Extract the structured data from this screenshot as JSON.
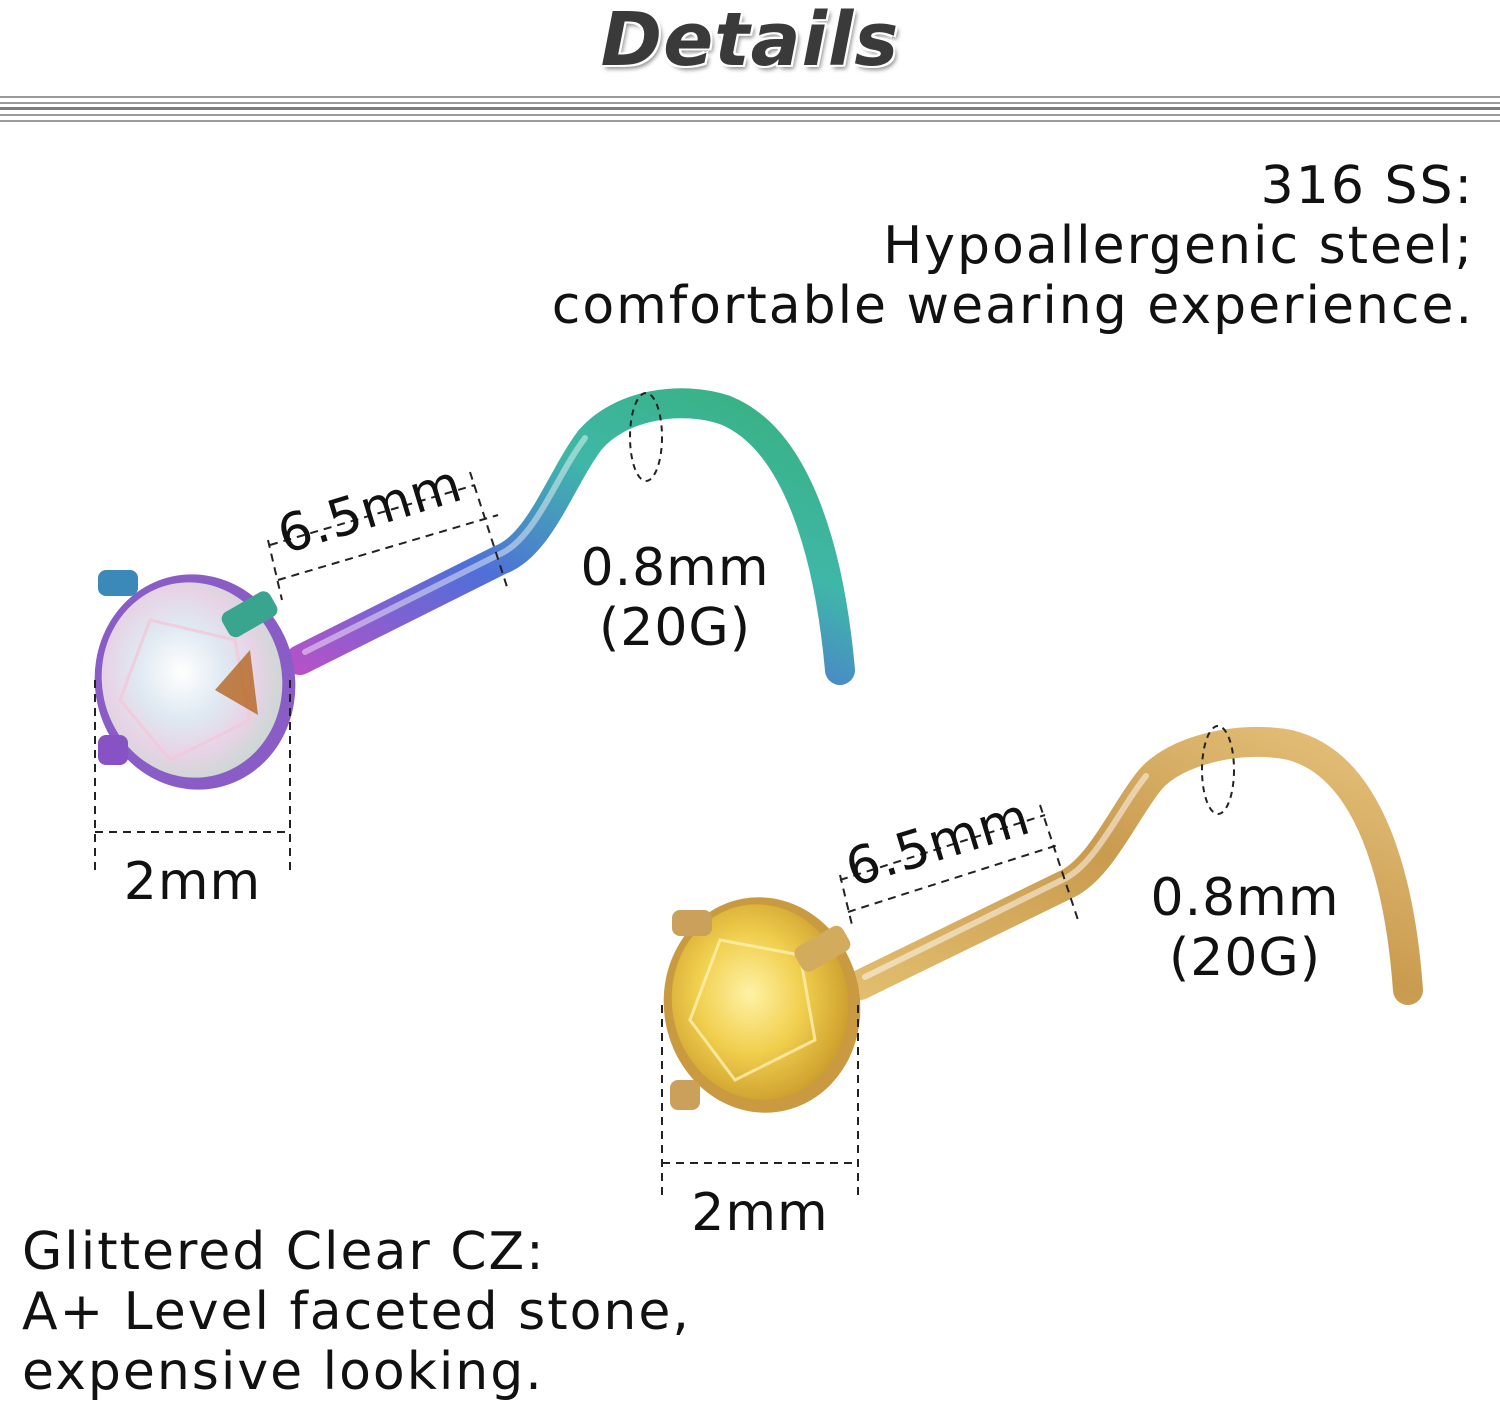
{
  "header": {
    "title": "Details"
  },
  "material": {
    "line1": "316 SS:",
    "line2": "Hypoallergenic steel;",
    "line3": "comfortable wearing experience."
  },
  "stone": {
    "line1": "Glittered Clear CZ:",
    "line2": "A+ Level faceted stone,",
    "line3": "expensive looking."
  },
  "piece_rainbow": {
    "length_label": "6.5mm",
    "gauge_label": "0.8mm",
    "gauge_sub": "(20G)",
    "stone_label": "2mm",
    "color_from": "#3fb7a8",
    "color_to": "#b552c8"
  },
  "piece_gold": {
    "length_label": "6.5mm",
    "gauge_label": "0.8mm",
    "gauge_sub": "(20G)",
    "stone_label": "2mm",
    "color_metal": "#c9a25a",
    "color_stone": "#e8c54a"
  }
}
